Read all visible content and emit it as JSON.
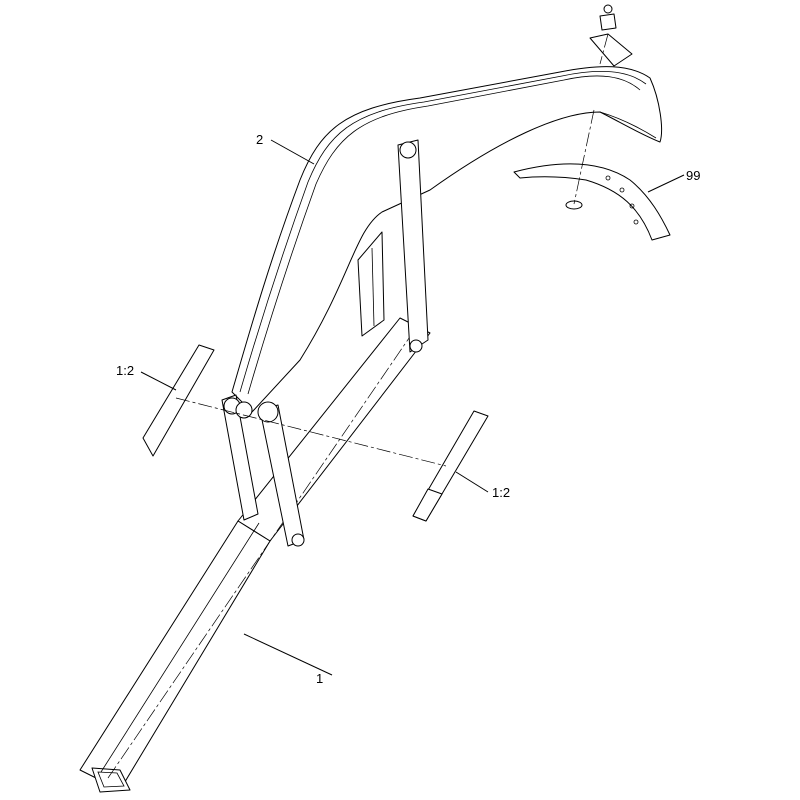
{
  "callouts": {
    "frame": "1",
    "arm": "2",
    "decal_left": "1:2",
    "decal_right": "1:2",
    "fender": "99"
  }
}
